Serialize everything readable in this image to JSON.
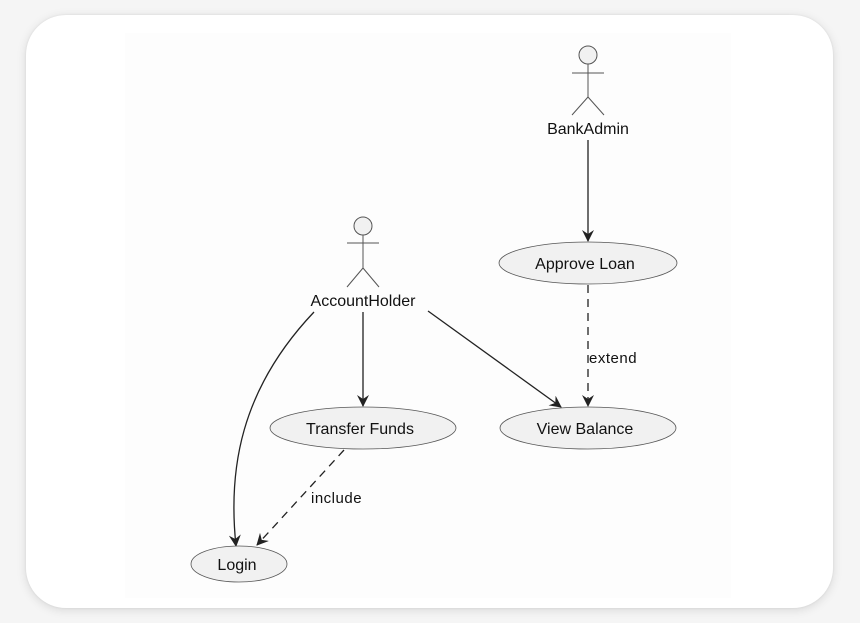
{
  "diagram": {
    "type": "use-case",
    "actors": [
      {
        "id": "bankadmin",
        "name": "BankAdmin"
      },
      {
        "id": "accountholder",
        "name": "AccountHolder"
      }
    ],
    "use_cases": [
      {
        "id": "approve_loan",
        "name": "Approve Loan"
      },
      {
        "id": "transfer_funds",
        "name": "Transfer Funds"
      },
      {
        "id": "view_balance",
        "name": "View Balance"
      },
      {
        "id": "login",
        "name": "Login"
      }
    ],
    "relations": [
      {
        "from": "bankadmin",
        "to": "approve_loan",
        "kind": "association",
        "label": ""
      },
      {
        "from": "accountholder",
        "to": "transfer_funds",
        "kind": "association",
        "label": ""
      },
      {
        "from": "accountholder",
        "to": "view_balance",
        "kind": "association",
        "label": ""
      },
      {
        "from": "accountholder",
        "to": "login",
        "kind": "association",
        "label": ""
      },
      {
        "from": "approve_loan",
        "to": "view_balance",
        "kind": "dependency",
        "label": "extend"
      },
      {
        "from": "transfer_funds",
        "to": "login",
        "kind": "dependency",
        "label": "include"
      }
    ]
  }
}
